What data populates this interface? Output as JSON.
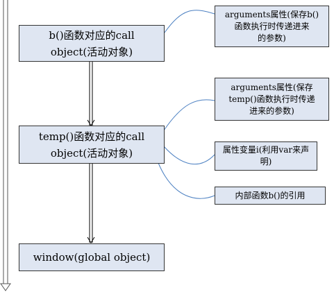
{
  "scope_chain": [
    {
      "title": "b()函数对应的call\nobject(活动对象)"
    },
    {
      "title": "temp()函数对应的call\nobject(活动对象)"
    },
    {
      "title": "window(global object)"
    }
  ],
  "notes": [
    {
      "text": "arguments属性(保存b()\n函数执行时传递进来\n的参数)"
    },
    {
      "text": "arguments属性(保存\ntemp()函数执行时传递\n进来的参数)"
    },
    {
      "text": "属性变量i(利用var来声\n明)"
    },
    {
      "text": "内部函数b()的引用"
    }
  ],
  "colors": {
    "box_fill": "#dfe6f2",
    "box_border": "#333333",
    "connector": "#4a7fc1",
    "arrow": "#000000"
  }
}
